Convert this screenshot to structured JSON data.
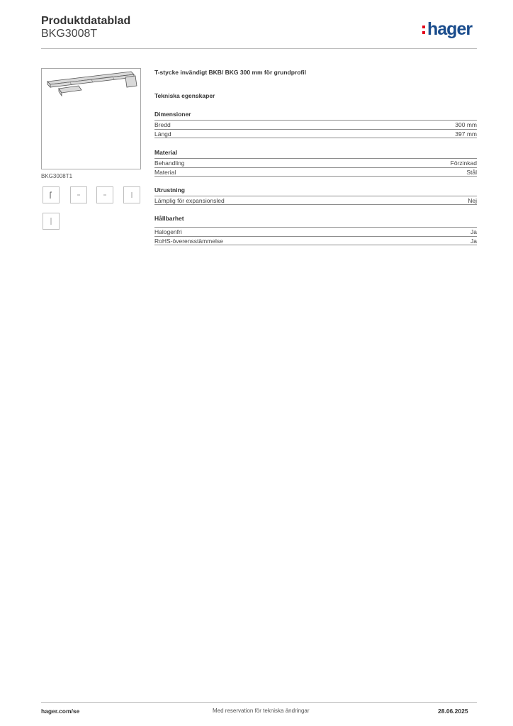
{
  "header": {
    "title": "Produktdatablad",
    "subtitle": "BKG3008T",
    "logo_text": "hager"
  },
  "product": {
    "image_caption": "BKG3008T1",
    "description": "T-stycke invändigt BKB/ BKG 300 mm för grundprofil",
    "tech_heading": "Tekniska egenskaper"
  },
  "sections": [
    {
      "title": "Dimensioner",
      "rows": [
        {
          "label": "Bredd",
          "value": "300 mm"
        },
        {
          "label": "Längd",
          "value": "397 mm"
        }
      ]
    },
    {
      "title": "Material",
      "rows": [
        {
          "label": "Behandling",
          "value": "Förzinkad"
        },
        {
          "label": "Material",
          "value": "Stål"
        }
      ]
    },
    {
      "title": "Utrustning",
      "rows": [
        {
          "label": "Lämplig för expansionsled",
          "value": "Nej"
        }
      ]
    },
    {
      "title": "Hållbarhet",
      "rows": [
        {
          "label": "Halogenfri",
          "value": "Ja"
        },
        {
          "label": "RoHS-överensstämmelse",
          "value": "Ja"
        }
      ]
    }
  ],
  "footer": {
    "website": "hager.com/se",
    "disclaimer": "Med reservation för tekniska ändringar",
    "date": "28.06.2025"
  },
  "colors": {
    "logo_blue": "#1a4c8c",
    "logo_accent": "#e3001b"
  }
}
